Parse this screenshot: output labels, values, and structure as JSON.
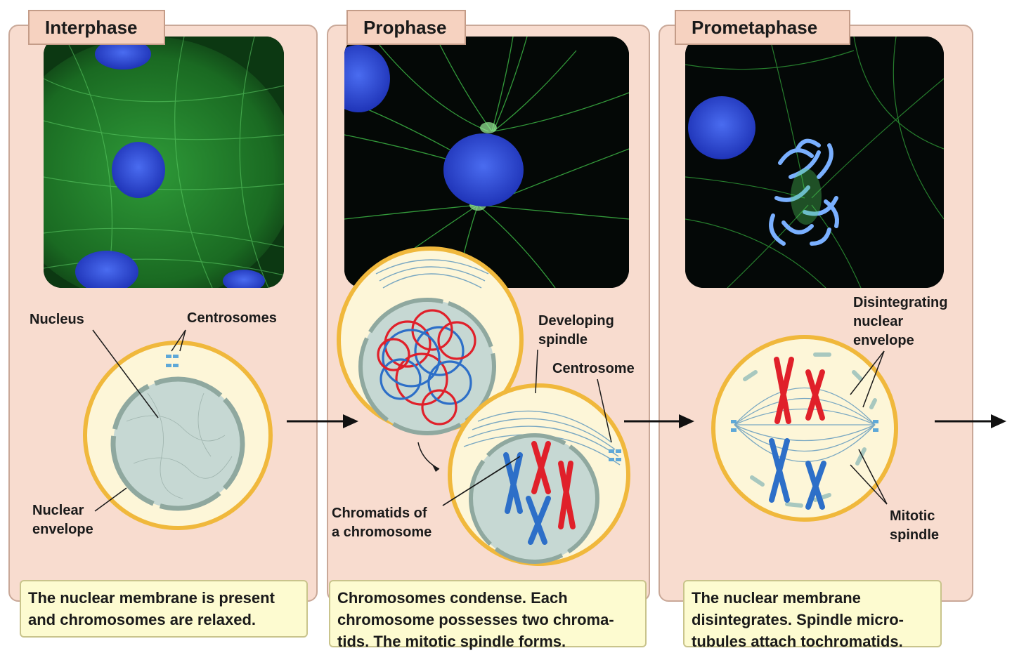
{
  "phases": [
    {
      "title": "Interphase",
      "caption": [
        "The nuclear membrane is present",
        "and chromosomes are relaxed."
      ],
      "labels": {
        "nucleus": "Nucleus",
        "centrosomes": "Centrosomes",
        "nuclear_envelope": [
          "Nuclear",
          "envelope"
        ]
      }
    },
    {
      "title": "Prophase",
      "caption": [
        "Chromosomes condense. Each",
        "chromosome possesses two chroma-",
        "tids. The mitotic spindle forms."
      ],
      "labels": {
        "developing_spindle": [
          "Developing",
          "spindle"
        ],
        "centrosome": "Centrosome",
        "chromatids": [
          "Chromatids of",
          "a chromosome"
        ]
      }
    },
    {
      "title": "Prometaphase",
      "caption": [
        "The nuclear membrane",
        "disintegrates. Spindle micro-",
        "tubules attach tochromatids."
      ],
      "labels": {
        "disintegrating": [
          "Disintegrating",
          "nuclear",
          "envelope"
        ],
        "mitotic_spindle": [
          "Mitotic",
          "spindle"
        ]
      }
    }
  ],
  "colors": {
    "panel_bg": "#f8dccf",
    "cell_outline": "#f0b83c",
    "cell_fill": "#fdf6d8",
    "nucleus_fill": "#c6d8d3",
    "chromosome_red": "#e0202a",
    "chromosome_blue": "#2d6fc8",
    "caption_bg": "#fdfbd0",
    "microtubule_green": "#3cc43c",
    "dna_blue": "#2848d8"
  }
}
